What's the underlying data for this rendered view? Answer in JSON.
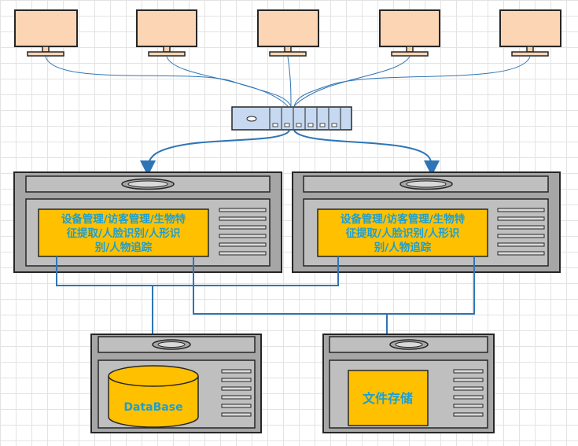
{
  "nodes": {
    "app_server_1": {
      "label_lines": [
        "设备管理/访客管理/生物特",
        "征提取/人脸识别/人形识",
        "别/人物追踪"
      ]
    },
    "app_server_2": {
      "label_lines": [
        "设备管理/访客管理/生物特",
        "征提取/人脸识别/人形识",
        "别/人物追踪"
      ]
    },
    "database_server": {
      "label": "DataBase"
    },
    "file_server": {
      "label": "文件存储"
    }
  },
  "colors": {
    "monitor_screen": "#fcd5b5",
    "switch_body": "#c6d9f1",
    "server_body": "#a6a6a6",
    "server_panel": "#bfbfbf",
    "label_box": "#ffc000",
    "connector": "#2e75b6",
    "label_text": "#1a9fd6"
  },
  "icons": [
    "monitor-icon",
    "network-switch-icon",
    "server-icon",
    "database-cylinder-icon"
  ]
}
